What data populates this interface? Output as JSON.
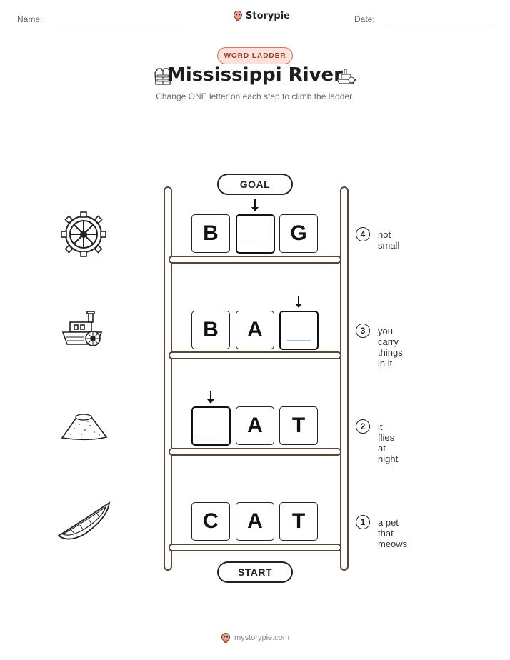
{
  "header": {
    "name_label": "Name:",
    "date_label": "Date:",
    "brand": "Storypie"
  },
  "badge": "WORD LADDER",
  "title": "Mississippi River",
  "subtitle": "Change ONE letter on each step to climb the ladder.",
  "ladder": {
    "goal_label": "GOAL",
    "start_label": "START",
    "rows": [
      {
        "number": "4",
        "clue": "not small",
        "letters": [
          "B",
          "",
          "G"
        ],
        "picture": "paddle-wheel-icon"
      },
      {
        "number": "3",
        "clue": "you carry things in it",
        "letters": [
          "B",
          "A",
          ""
        ],
        "picture": "steamboat-icon"
      },
      {
        "number": "2",
        "clue": "it flies at night",
        "letters": [
          "",
          "A",
          "T"
        ],
        "picture": "sandbar-mound-icon"
      },
      {
        "number": "1",
        "clue": "a pet that meows",
        "letters": [
          "C",
          "A",
          "T"
        ],
        "picture": "canoe-icon"
      }
    ]
  },
  "footer": {
    "site": "mystorypie.com"
  }
}
